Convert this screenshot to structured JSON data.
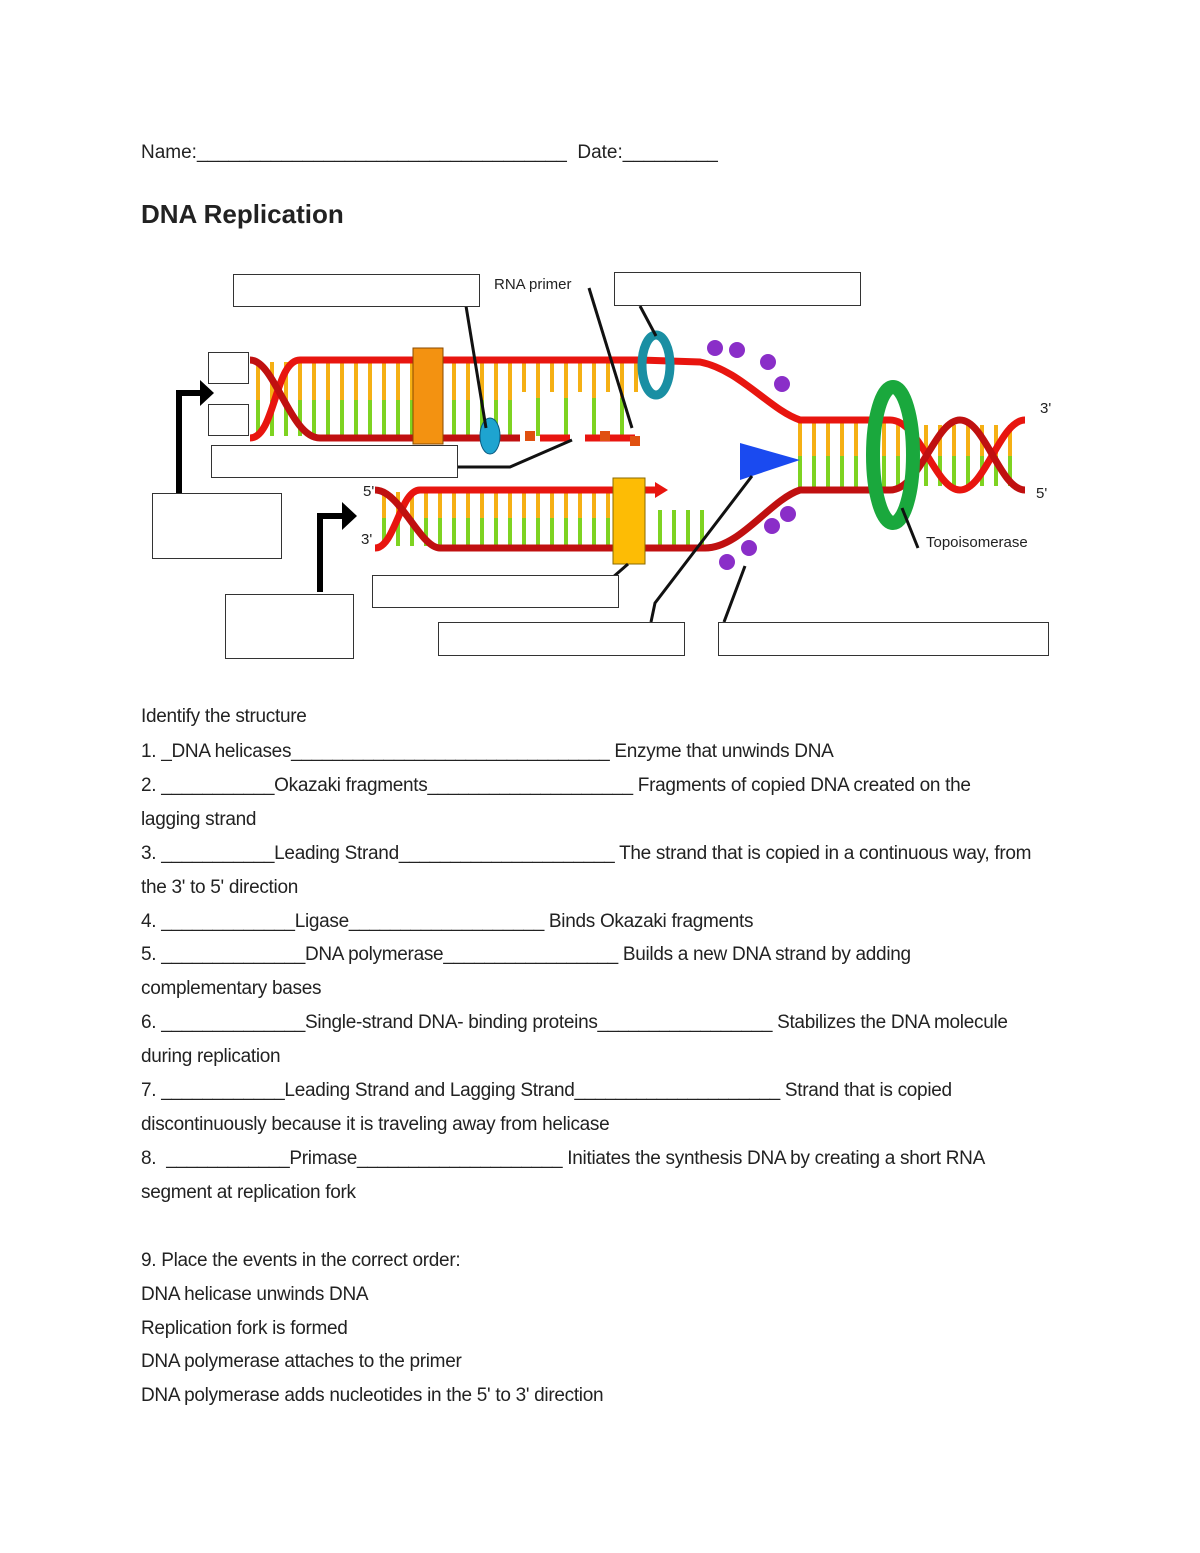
{
  "header": {
    "name_line": "Name:___________________________________  Date:_________",
    "title": "DNA Replication"
  },
  "diagram": {
    "labels": {
      "rna_primer": "RNA primer",
      "topoisomerase": "Topoisomerase",
      "right_top_end": "3'",
      "right_bottom_end": "5'",
      "lower_left_top_end": "5'",
      "lower_left_bottom_end": "3'"
    },
    "colors": {
      "backbone": "#e8150f",
      "base_a": "#f5b014",
      "base_b": "#7ed321",
      "polymerase_top": "#f39211",
      "polymerase_bottom": "#fdbc05",
      "helicase": "#1a9fb3",
      "topoisomerase": "#1aa83d",
      "primase": "#1a4af0",
      "ssb": "#8a2ec8"
    }
  },
  "questions": {
    "intro": "Identify the structure",
    "lines": [
      "1. _DNA helicases_______________________________ Enzyme that unwinds DNA",
      "2. ___________Okazaki fragments____________________ Fragments of copied DNA created on the",
      "lagging strand",
      "3. ___________Leading Strand_____________________ The strand that is copied in a continuous way, from",
      "the 3' to 5' direction",
      "4. _____________Ligase___________________ Binds Okazaki fragments",
      "5. ______________DNA polymerase_________________ Builds a new DNA strand by adding",
      "complementary bases",
      "6. ______________Single-strand DNA- binding proteins_________________ Stabilizes the DNA molecule",
      "during replication",
      "7. ____________Leading Strand and Lagging Strand____________________ Strand that is copied",
      "discontinuously because it is traveling away from helicase",
      "8.  ____________Primase____________________ Initiates the synthesis DNA by creating a short RNA",
      "segment at replication fork"
    ]
  },
  "order": {
    "prompt": "9. Place the events in the correct order:",
    "events": [
      "DNA helicase unwinds DNA",
      "Replication fork is formed",
      "DNA polymerase attaches to the primer",
      "DNA polymerase adds nucleotides in the 5' to 3' direction"
    ]
  }
}
